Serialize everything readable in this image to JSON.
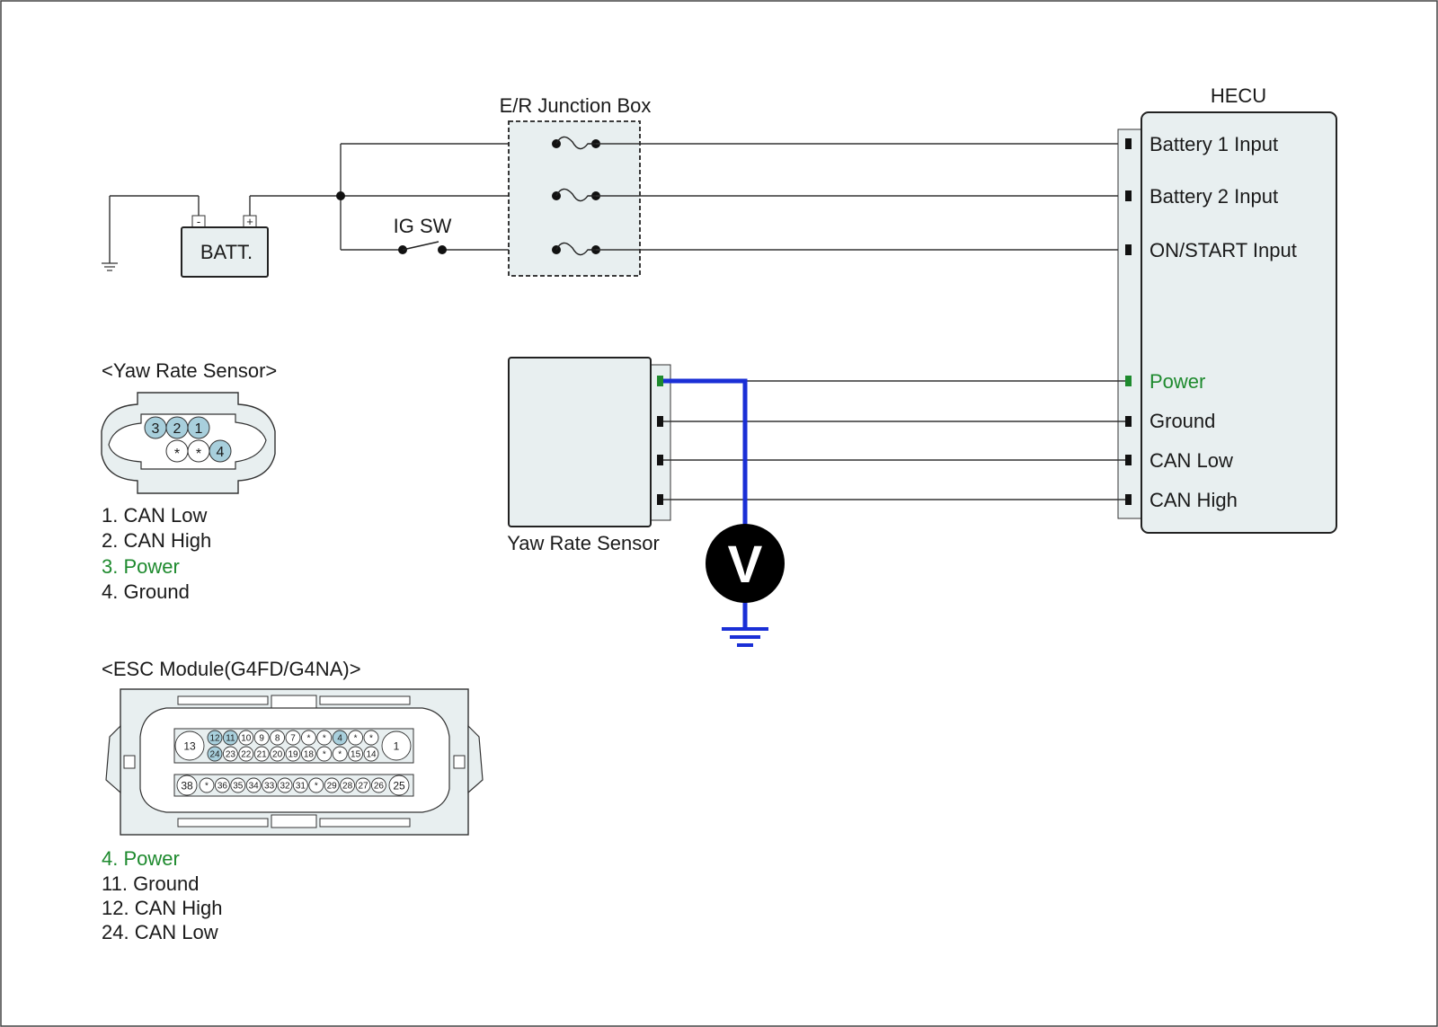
{
  "junction_box": {
    "title": "E/R Junction Box"
  },
  "battery": {
    "label": "BATT.",
    "minus": "-",
    "plus": "+"
  },
  "ig_switch": {
    "label": "IG SW"
  },
  "hecu": {
    "title": "HECU",
    "pins": [
      {
        "label": "Battery 1 Input",
        "color": "#1a1a1a"
      },
      {
        "label": "Battery 2 Input",
        "color": "#1a1a1a"
      },
      {
        "label": "ON/START Input",
        "color": "#1a1a1a"
      },
      {
        "label": "Power",
        "color": "#1e8a2e"
      },
      {
        "label": "Ground",
        "color": "#1a1a1a"
      },
      {
        "label": "CAN Low",
        "color": "#1a1a1a"
      },
      {
        "label": "CAN High",
        "color": "#1a1a1a"
      }
    ]
  },
  "yaw_sensor": {
    "label": "Yaw Rate Sensor"
  },
  "voltmeter": {
    "symbol": "V",
    "wire_color": "#1a2fd6"
  },
  "yaw_connector": {
    "title": "<Yaw Rate Sensor>",
    "pins_top": [
      "3",
      "2",
      "1"
    ],
    "pins_bottom": [
      "*",
      "*",
      "4"
    ],
    "legend": [
      {
        "text": "1. CAN Low",
        "color": "#1a1a1a"
      },
      {
        "text": "2. CAN High",
        "color": "#1a1a1a"
      },
      {
        "text": "3. Power",
        "color": "#1e8a2e"
      },
      {
        "text": "4. Ground",
        "color": "#1a1a1a"
      }
    ]
  },
  "esc_connector": {
    "title": "<ESC Module(G4FD/G4NA)>",
    "big_pins": [
      "13",
      "1",
      "38",
      "25"
    ],
    "row1": [
      "12",
      "11",
      "10",
      "9",
      "8",
      "7",
      "*",
      "*",
      "4",
      "*",
      "*"
    ],
    "row2": [
      "24",
      "23",
      "22",
      "21",
      "20",
      "19",
      "18",
      "*",
      "*",
      "15",
      "14"
    ],
    "row3": [
      "*",
      "36",
      "35",
      "34",
      "33",
      "32",
      "31",
      "*",
      "29",
      "28",
      "27",
      "26"
    ],
    "highlighted": [
      "12",
      "11",
      "4",
      "24"
    ],
    "legend": [
      {
        "text": "4. Power",
        "color": "#1e8a2e"
      },
      {
        "text": "11. Ground",
        "color": "#1a1a1a"
      },
      {
        "text": "12. CAN High",
        "color": "#1a1a1a"
      },
      {
        "text": "24. CAN Low",
        "color": "#1a1a1a"
      }
    ]
  }
}
